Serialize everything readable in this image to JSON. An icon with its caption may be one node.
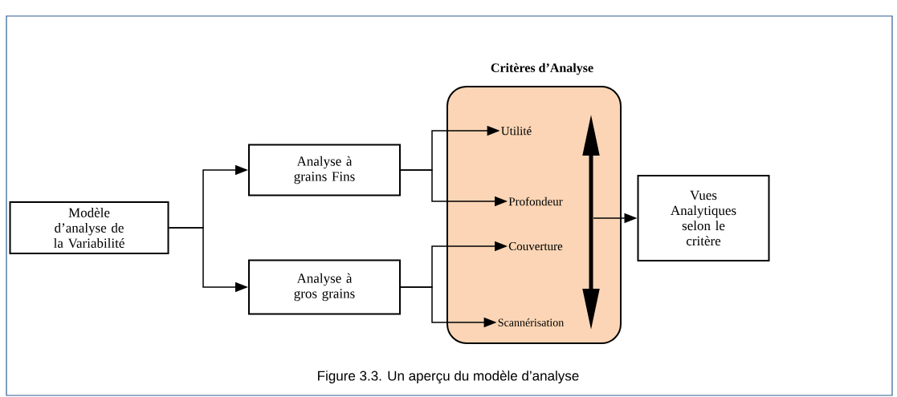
{
  "diagram": {
    "caption": "Figure 3.3. Un aperçu du modèle d’analyse",
    "nodes": [
      {
        "text": [
          "Modèle d’analyse de la Variabilité"
        ]
      },
      {
        "text": [
          "Analyse à grains Fins"
        ]
      },
      {
        "text": [
          "Analyse à gros grains"
        ]
      },
      {
        "text": [
          "Critères d’Analyse"
        ]
      },
      {
        "text": [
          "Utilité"
        ],
        "in": 3
      },
      {
        "text": [
          "Profondeur"
        ],
        "in": 3
      },
      {
        "text": [
          "Couverture"
        ],
        "in": 3
      },
      {
        "text": [
          "Scannérisation"
        ],
        "in": 3
      },
      {
        "text": [
          "Vues Analytiques selon le critère"
        ]
      }
    ],
    "edges": [
      {
        "from": 0,
        "to": 1,
        "arrow": "to"
      },
      {
        "from": 0,
        "to": 2,
        "arrow": "to"
      },
      {
        "from": 1,
        "to": 4,
        "arrow": "to"
      },
      {
        "from": 1,
        "to": 5,
        "arrow": "to"
      },
      {
        "from": 2,
        "to": 6,
        "arrow": "to"
      },
      {
        "from": 2,
        "to": 7,
        "arrow": "to"
      },
      {
        "from": 3,
        "to": 8,
        "arrow": "to"
      }
    ]
  }
}
